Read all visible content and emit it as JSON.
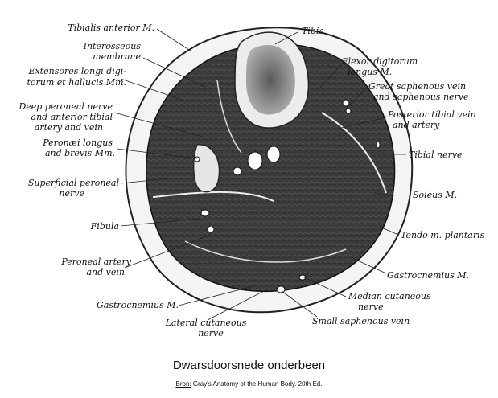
{
  "figure": {
    "labels": {
      "tibialis_anterior": "Tibialis anterior M.",
      "tibia": "Tibia",
      "interosseous_1": "Interosseous",
      "interosseous_2": "membrane",
      "extensores_1": "Extensores longi digi-",
      "extensores_2": "torum et hallucis Mm.",
      "flexor_1": "Flexor digitorum",
      "flexor_2": "longus M.",
      "great_saph_1": "Great saphenous vein",
      "great_saph_2": "and saphenous nerve",
      "deep_peroneal_1": "Deep peroneal nerve",
      "deep_peroneal_2": "and anterior tibial",
      "deep_peroneal_3": "artery and vein",
      "post_tibial_1": "Posterior tibial vein",
      "post_tibial_2": "and artery",
      "peronaei_1": "Peronæi longus",
      "peronaei_2": "and brevis Mm.",
      "tibial_nerve": "Tibial nerve",
      "superficial_1": "Superficial peroneal",
      "superficial_2": "nerve",
      "soleus": "Soleus M.",
      "fibula": "Fibula",
      "tendo": "Tendo m. plantaris",
      "peroneal_artery_1": "Peroneal artery",
      "peroneal_artery_2": "and vein",
      "gastrocnemius_right": "Gastrocnemius M.",
      "median_cut_1": "Median cutaneous",
      "median_cut_2": "nerve",
      "gastrocnemius_left": "Gastrocnemius M.",
      "lateral_cut_1": "Lateral cutaneous",
      "lateral_cut_2": "nerve",
      "small_saph": "Small saphenous vein"
    }
  },
  "caption": {
    "title": "Dwarsdoorsnede onderbeen",
    "source_prefix": "Bron:",
    "source_text": " Gray's Anatomy of the Human Body. 20th Ed."
  },
  "colors": {
    "muscle": "#3a3a3a",
    "skin": "#f2f2f2",
    "bone": "#e8e8e8",
    "marrow": "#8a8a8a"
  }
}
